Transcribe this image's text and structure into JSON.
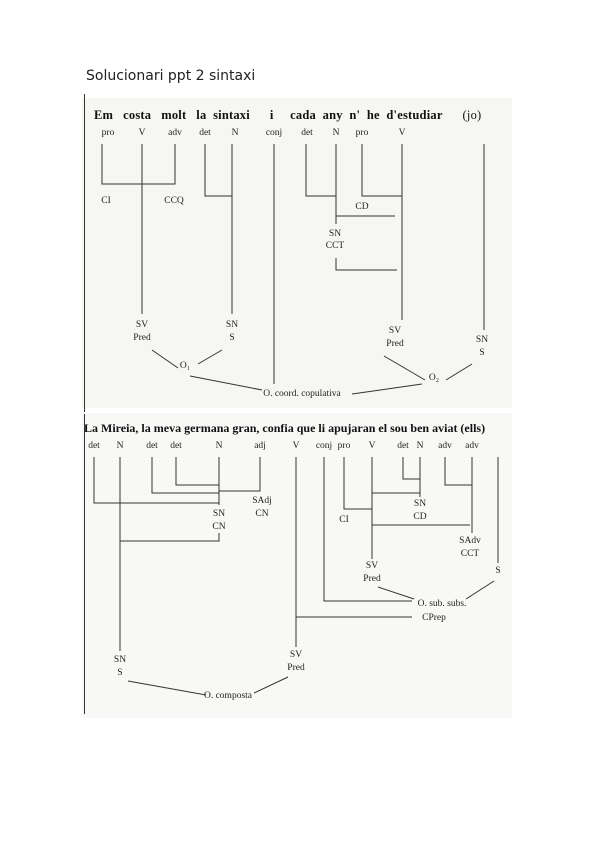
{
  "document": {
    "title": "Solucionari ppt 2 sintaxi"
  },
  "diagram1": {
    "sentence": "Em costa molt la sintaxi i cada any n' he d'estudiar (jo)",
    "words": [
      "Em",
      "costa",
      "molt",
      "la",
      "sintaxi",
      "i",
      "cada",
      "any",
      "n'",
      "he",
      "d'estudiar",
      "(jo)"
    ],
    "pos": [
      "pro",
      "V",
      "adv",
      "det",
      "N",
      "conj",
      "det",
      "N",
      "pro",
      "V"
    ],
    "functions": {
      "ci": "CI",
      "ccq": "CCQ",
      "cd": "CD",
      "sn_cct_1": "SN",
      "sn_cct_2": "CCT",
      "sv1_1": "SV",
      "sv1_2": "Pred",
      "sn1_1": "SN",
      "sn1_2": "S",
      "sv2_1": "SV",
      "sv2_2": "Pred",
      "sn2_1": "SN",
      "sn2_2": "S",
      "o1": "O₁",
      "o2": "O₂",
      "root": "O. coord. copulativa"
    }
  },
  "diagram2": {
    "sentence": "La Mireia, la meva germana gran, confia que li apujaran el sou ben aviat (ells)",
    "pos": [
      "det",
      "N",
      "det",
      "det",
      "N",
      "adj",
      "V",
      "conj",
      "pro",
      "V",
      "det",
      "N",
      "adv",
      "adv"
    ],
    "functions": {
      "sadj_1": "SAdj",
      "sadj_2": "CN",
      "sn_cn_1": "SN",
      "sn_cn_2": "CN",
      "ci": "CI",
      "sn_cd_1": "SN",
      "sn_cd_2": "CD",
      "sadv_1": "SAdv",
      "sadv_2": "CCT",
      "sv_pred_1": "SV",
      "sv_pred_2": "Pred",
      "s": "S",
      "osub": "O. sub. subs.",
      "cprep": "CPrep",
      "sn_s_1": "SN",
      "sn_s_2": "S",
      "sv_main_1": "SV",
      "sv_main_2": "Pred",
      "root": "O. composta"
    }
  }
}
